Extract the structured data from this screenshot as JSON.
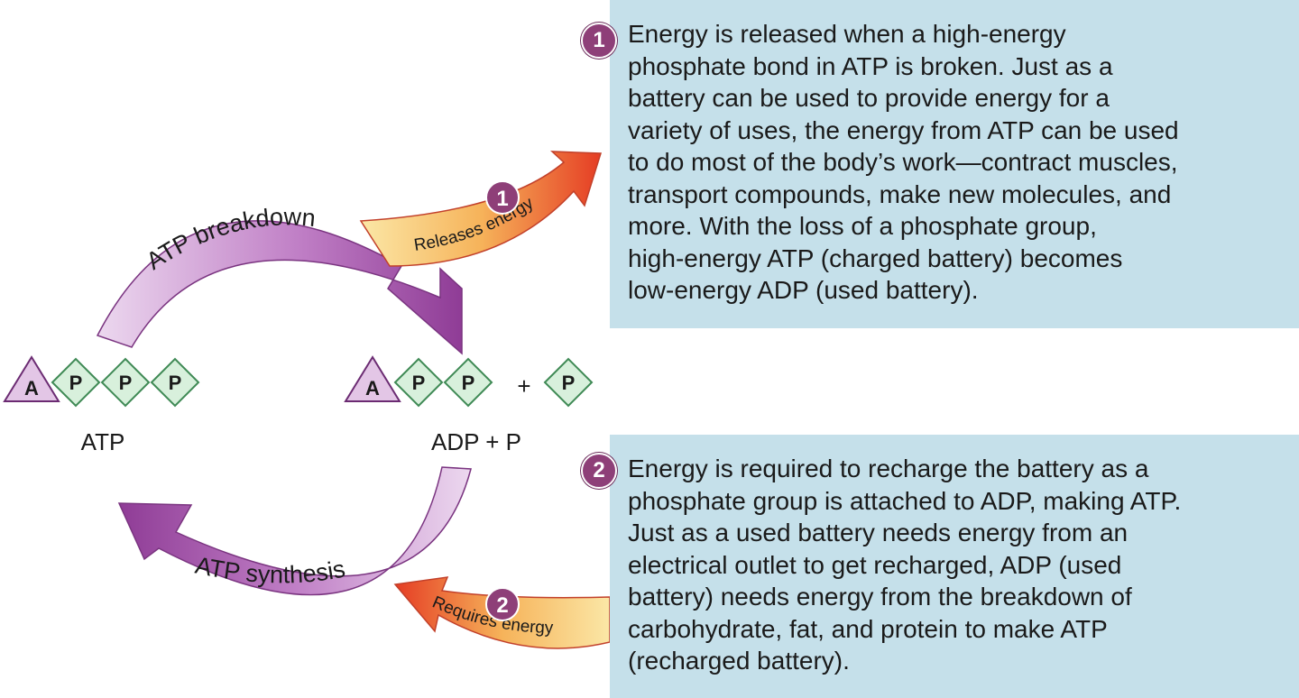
{
  "arrows": {
    "breakdown_label": "ATP breakdown",
    "synthesis_label": "ATP synthesis",
    "releases_label": "Releases energy",
    "requires_label": "Requires energy",
    "step1_number": "1",
    "step2_number": "2"
  },
  "molecules": {
    "atp_label": "ATP",
    "adp_label": "ADP + P",
    "adenosine": "A",
    "phosphate": "P",
    "plus": "+"
  },
  "panel1": {
    "number": "1",
    "text": "Energy is released when a high-energy\nphosphate bond in ATP is broken. Just as a\nbattery can be used to provide energy for a\nvariety of uses, the energy from ATP can be used\nto do most of the body’s work—contract muscles,\ntransport compounds, make new molecules, and\nmore. With the loss of a phosphate group,\nhigh-energy ATP (charged battery) becomes\nlow-energy ADP (used battery)."
  },
  "panel2": {
    "number": "2",
    "text": "Energy is required to recharge the battery as a\nphosphate group is attached to ADP, making ATP.\nJust as a used battery needs energy from an\nelectrical outlet to get recharged, ADP (used\nbattery) needs energy from the breakdown of\ncarbohydrate, fat, and protein to make ATP\n(recharged battery)."
  },
  "colors": {
    "purple_dark": "#9b4a9e",
    "purple_light": "#e7cdea",
    "badge": "#8e3f78",
    "phosphate_fill": "#d8f0dc",
    "phosphate_stroke": "#3f8a55",
    "adenosine_fill": "#e3c6e6",
    "panel_bg": "#c5e0ea",
    "energy_red": "#e8462a",
    "energy_yellow": "#f7d27a"
  }
}
